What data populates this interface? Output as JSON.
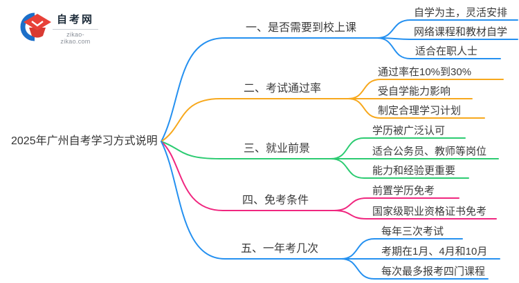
{
  "logo": {
    "title": "自考网",
    "domain": "zikao-zikao.com",
    "cap_color": "#e84138",
    "swirl_color": "#1c6fc9"
  },
  "root": {
    "label": "2025年广州自考学习方式说明"
  },
  "colors": {
    "blue": "#2490f0",
    "orange": "#f7a81c",
    "green": "#2bcb71",
    "pink": "#f0267f",
    "text": "#3a3a3a"
  },
  "branches": [
    {
      "label": "一、是否需要到校上课",
      "color": "#2490f0",
      "children": [
        "自学为主，灵活安排",
        "网络课程和教材自学",
        "适合在职人士"
      ]
    },
    {
      "label": "二、考试通过率",
      "color": "#f7a81c",
      "children": [
        "通过率在10%到30%",
        "受自学能力影响",
        "制定合理学习计划"
      ]
    },
    {
      "label": "三、就业前景",
      "color": "#2bcb71",
      "children": [
        "学历被广泛认可",
        "适合公务员、教师等岗位",
        "能力和经验更重要"
      ]
    },
    {
      "label": "四、免考条件",
      "color": "#f0267f",
      "children": [
        "前置学历免考",
        "国家级职业资格证书免考"
      ]
    },
    {
      "label": "五、一年考几次",
      "color": "#2490f0",
      "children": [
        "每年三次考试",
        "考期在1月、4月和10月",
        "每次最多报考四门课程"
      ]
    }
  ]
}
